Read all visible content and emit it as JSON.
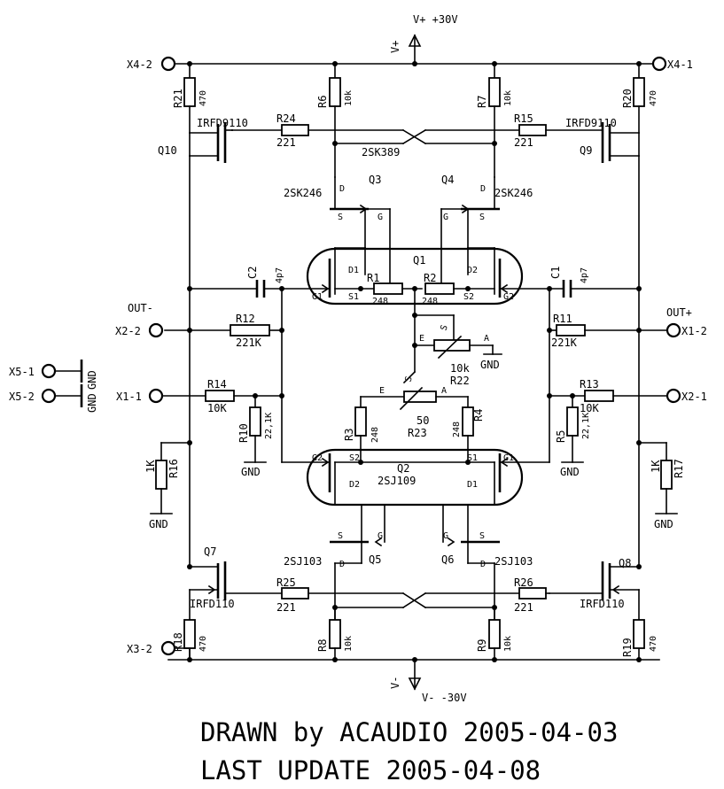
{
  "supply": {
    "pos_label": "V+ +30V",
    "pos_rail": "V+",
    "neg_label": "V- -30V",
    "neg_rail": "V-"
  },
  "terminals": {
    "x4_2": "X4-2",
    "x4_1": "X4-1",
    "x2_2": "X2-2",
    "x1_2": "X1-2",
    "x1_1": "X1-1",
    "x2_1": "X2-1",
    "x3_2": "X3-2",
    "x5_1": "X5-1",
    "x5_2": "X5-2",
    "out_neg": "OUT-",
    "out_pos": "OUT+"
  },
  "parts": {
    "r21": {
      "ref": "R21",
      "val": "470"
    },
    "r6": {
      "ref": "R6",
      "val": "10k"
    },
    "r7": {
      "ref": "R7",
      "val": "10k"
    },
    "r20": {
      "ref": "R20",
      "val": "470"
    },
    "r24": {
      "ref": "R24",
      "val": "221"
    },
    "r15": {
      "ref": "R15",
      "val": "221"
    },
    "q10": {
      "ref": "Q10",
      "type": "IRFD9110"
    },
    "q9": {
      "ref": "Q9",
      "type": "IRFD9110"
    },
    "q3": {
      "ref": "Q3",
      "type": "2SK246"
    },
    "q4": {
      "ref": "Q4",
      "type": "2SK246"
    },
    "q1": {
      "ref": "Q1",
      "type": "2SK389"
    },
    "r1": {
      "ref": "R1",
      "val": "248"
    },
    "r2": {
      "ref": "R2",
      "val": "248"
    },
    "c2": {
      "ref": "C2",
      "val": "4p7"
    },
    "c1": {
      "ref": "C1",
      "val": "4p7"
    },
    "r12": {
      "ref": "R12",
      "val": "221K"
    },
    "r11": {
      "ref": "R11",
      "val": "221K"
    },
    "r22": {
      "ref": "R22",
      "val": "10k"
    },
    "r23": {
      "ref": "R23",
      "val": "50"
    },
    "r14": {
      "ref": "R14",
      "val": "10K"
    },
    "r13": {
      "ref": "R13",
      "val": "10K"
    },
    "r10": {
      "ref": "R10",
      "val": "22,1K"
    },
    "r5": {
      "ref": "R5",
      "val": "22,1K"
    },
    "r3": {
      "ref": "R3",
      "val": "248"
    },
    "r4": {
      "ref": "R4",
      "val": "248"
    },
    "q2": {
      "ref": "Q2",
      "type": "2SJ109"
    },
    "r16": {
      "ref": "R16",
      "val": "1K"
    },
    "r17": {
      "ref": "R17",
      "val": "1K"
    },
    "q7": {
      "ref": "Q7",
      "type": "IRFD110"
    },
    "q8": {
      "ref": "Q8",
      "type": "IRFD110"
    },
    "q5": {
      "ref": "Q5",
      "type": "2SJ103"
    },
    "q6": {
      "ref": "Q6",
      "type": "2SJ103"
    },
    "r25": {
      "ref": "R25",
      "val": "221"
    },
    "r26": {
      "ref": "R26",
      "val": "221"
    },
    "r18": {
      "ref": "R18",
      "val": "470"
    },
    "r8": {
      "ref": "R8",
      "val": "10k"
    },
    "r9": {
      "ref": "R9",
      "val": "10k"
    },
    "r19": {
      "ref": "R19",
      "val": "470"
    }
  },
  "pins": {
    "d": "D",
    "s": "S",
    "g": "G",
    "d1": "D1",
    "d2": "D2",
    "s1": "S1",
    "s2": "S2",
    "g1": "G1",
    "g2": "G2",
    "e": "E",
    "a": "A"
  },
  "gnd": "GND",
  "footer": {
    "drawn": "DRAWN by ACAUDIO 2005-04-03",
    "updated": "LAST UPDATE 2005-04-08"
  }
}
